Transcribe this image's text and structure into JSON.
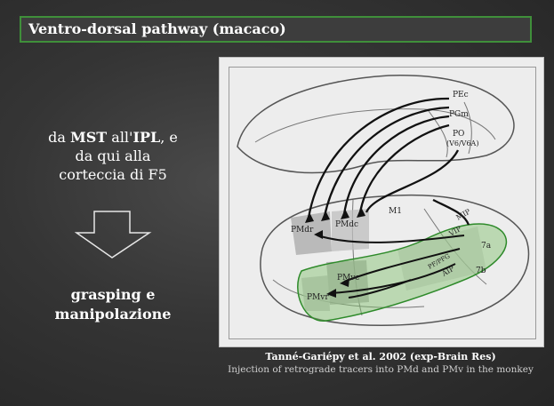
{
  "title": "Ventro-dorsal pathway (macaco)",
  "left": {
    "line1_pre": "da ",
    "line1_b1": "MST",
    "line1_mid": " all'",
    "line1_b2": "IPL",
    "line1_post": ", e",
    "line2": "da qui alla",
    "line3": "corteccia di F5"
  },
  "conclusion": {
    "line1": "grasping e",
    "line2": "manipolazione"
  },
  "figure": {
    "labels": {
      "pec": "PEc",
      "pgm": "PGm",
      "po": "PO",
      "po_sub": "(V6/V6A)",
      "m1": "M1",
      "pmdr": "PMdr",
      "pmdc": "PMdc",
      "pmvc": "PMvc",
      "pmvr": "PMvr",
      "mip": "MIP",
      "vip": "VIP",
      "a7a": "7a",
      "a7b": "7b",
      "pfg": "PF/PFG",
      "aip": "AIP"
    }
  },
  "caption": {
    "ref": "Tanné-Gariépy et al. 2002 (exp-Brain Res)",
    "desc": "Injection of retrograde tracers into PMd and PMv in the monkey"
  },
  "colors": {
    "accent": "#3f8f3a",
    "highlight_fill": "#7fbf6a"
  }
}
